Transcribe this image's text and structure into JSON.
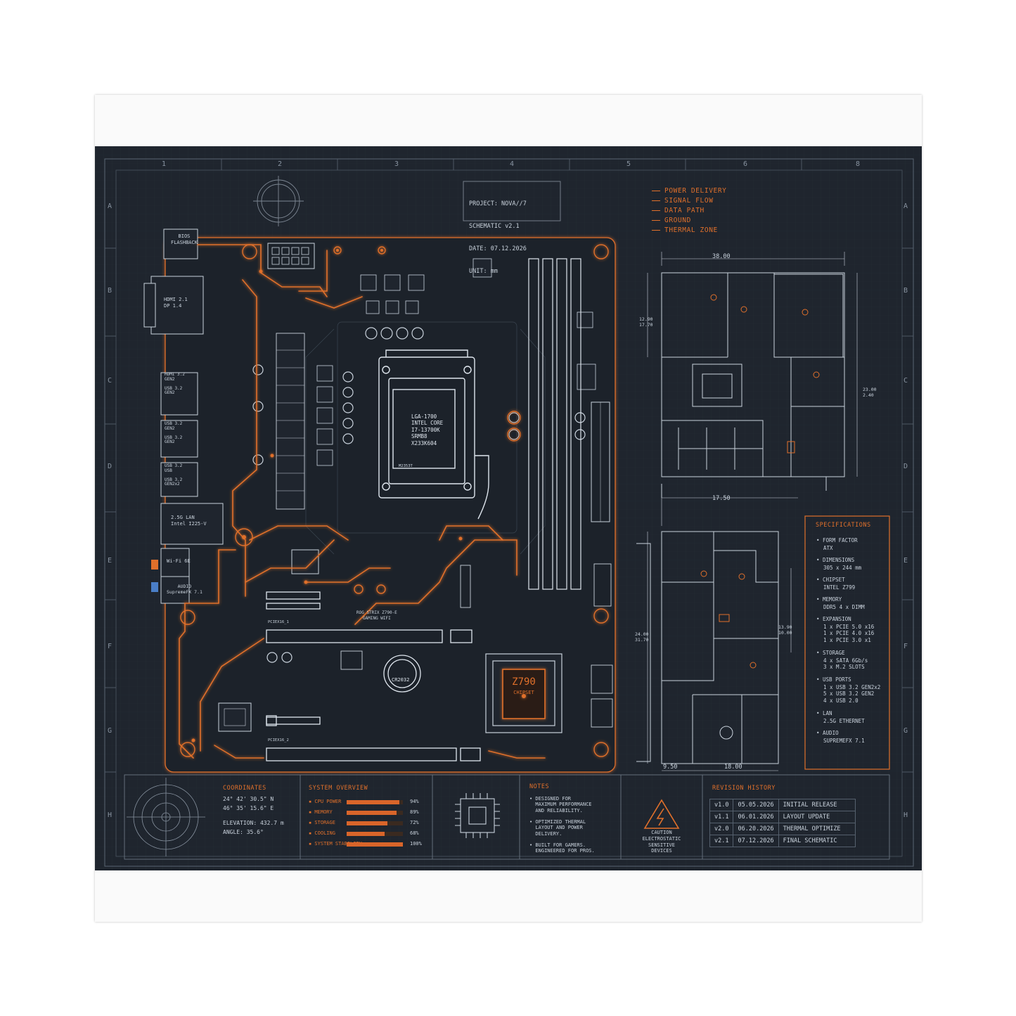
{
  "grid": {
    "columns": [
      "1",
      "2",
      "3",
      "4",
      "5",
      "6",
      "8"
    ],
    "rows": [
      "A",
      "B",
      "C",
      "D",
      "E",
      "F",
      "G",
      "H"
    ]
  },
  "project_block": {
    "project": "PROJECT: NOVA//7",
    "schematic": "SCHEMATIC v2.1",
    "date": "DATE: 07.12.2026",
    "unit": "UNIT: mm"
  },
  "legend": [
    "POWER DELIVERY",
    "SIGNAL FLOW",
    "DATA PATH",
    "GROUND",
    "THERMAL ZONE"
  ],
  "board": {
    "bios_flashback": "BIOS\nFLASHBACK",
    "hdmi_dp": "HDMI 2.1\nDP 1.4",
    "io_usb_a": "HDMI 3.2\nGEN2\n\nUSB 3.2\nGEN2",
    "io_usb_b": "USB 3.2\nGEN2\n\nUSB 3.2\nGEN2",
    "io_usb_c": "USB 3.2\nUSB\n\nUSB 3.2\nGEN2x2",
    "lan": "2.5G LAN\nIntel I225-V",
    "wifi": "Wi-Fi 6E",
    "audio": "AUDIO\nSupremeFX 7.1",
    "cpu": "LGA-1700\nINTEL CORE\nI7-13700K\nSRMB8\nX233K604",
    "cpu_sub": "M2353T",
    "model": "ROG STRIX Z790-E\nGAMING WIFI",
    "battery": "CR2032",
    "chipset_main": "Z790",
    "chipset_sub": "CHIPSET",
    "pcie_label1": "PCIEX16_1",
    "pcie_label2": "PCIEX16_2"
  },
  "dimensions": {
    "top_width": "38.00",
    "left_a": "12.90\n17.70",
    "right_a": "23.00\n2.40",
    "mid_width": "17.50",
    "left_b": "24.00\n31.70",
    "right_b": "13.90\n10.00",
    "bottom_a": "9.50",
    "bottom_b": "18.00"
  },
  "specifications": {
    "title": "SPECIFICATIONS",
    "items": [
      {
        "k": "FORM FACTOR",
        "v": "ATX"
      },
      {
        "k": "DIMENSIONS",
        "v": "305 x 244 mm"
      },
      {
        "k": "CHIPSET",
        "v": "INTEL Z799"
      },
      {
        "k": "MEMORY",
        "v": "DDR5 4 x DIMM"
      },
      {
        "k": "EXPANSION",
        "v": "1 x PCIE 5.0 x16\n1 x PCIE 4.0 x16\n1 x PCIE 3.0 x1"
      },
      {
        "k": "STORAGE",
        "v": "4 x SATA 6Gb/s\n3 x M.2 SLOTS"
      },
      {
        "k": "USB PORTS",
        "v": "1 x USB 3.2 GEN2x2\n5 x USB 3.2 GEN2\n4 x USB 2.0"
      },
      {
        "k": "LAN",
        "v": "2.5G ETHERNET"
      },
      {
        "k": "AUDIO",
        "v": "SUPREMEFX 7.1"
      }
    ]
  },
  "coordinates": {
    "title": "COORDINATES",
    "lat": "24° 42' 30.5\" N",
    "lon": "46° 35' 15.6\" E",
    "elevation": "ELEVATION: 432.7 m",
    "angle": "ANGLE: 35.6°"
  },
  "system_overview": {
    "title": "SYSTEM OVERVIEW",
    "items": [
      {
        "label": "CPU POWER",
        "value": "94%",
        "level": 0.94
      },
      {
        "label": "MEMORY",
        "value": "89%",
        "level": 0.89
      },
      {
        "label": "STORAGE",
        "value": "72%",
        "level": 0.72
      },
      {
        "label": "COOLING",
        "value": "68%",
        "level": 0.68
      },
      {
        "label": "SYSTEM STABILITY",
        "value": "100%",
        "level": 1.0
      }
    ]
  },
  "notes": {
    "title": "NOTES",
    "items": [
      "DESIGNED FOR\nMAXIMUM PERFORMANCE\nAND RELIABILITY.",
      "OPTIMIZED THERMAL\nLAYOUT AND POWER\nDELIVERY.",
      "BUILT FOR GAMERS.\nENGINEERED FOR PROS."
    ]
  },
  "caution": "CAUTION\nELECTROSTATIC\nSENSITIVE\nDEVICES",
  "revision_history": {
    "title": "REVISION HISTORY",
    "rows": [
      [
        "v1.0",
        "05.05.2026",
        "INITIAL RELEASE"
      ],
      [
        "v1.1",
        "06.01.2026",
        "LAYOUT UPDATE"
      ],
      [
        "v2.0",
        "06.20.2026",
        "THERMAL OPTIMIZE"
      ],
      [
        "v2.1",
        "07.12.2026",
        "FINAL SCHEMATIC"
      ]
    ]
  },
  "colors": {
    "background": "#1f252e",
    "accent": "#e0702b",
    "trace": "#c9d2dc"
  }
}
